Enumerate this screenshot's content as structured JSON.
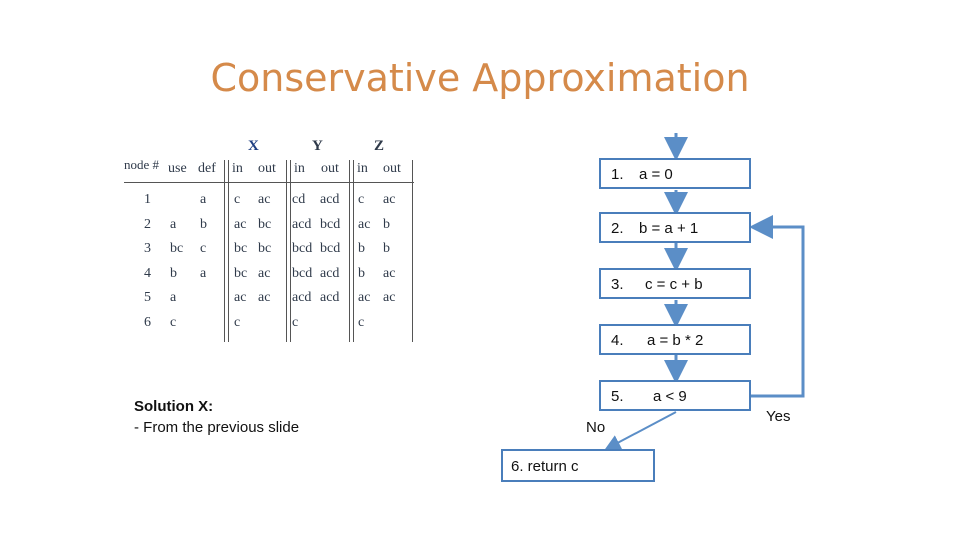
{
  "title": "Conservative Approximation",
  "table": {
    "header_groups": [
      "X",
      "Y",
      "Z"
    ],
    "headers": [
      "node #",
      "use",
      "def",
      "in",
      "out",
      "in",
      "out",
      "in",
      "out"
    ],
    "rows": [
      [
        "1",
        "",
        "a",
        "c",
        "ac",
        "cd",
        "acd",
        "c",
        "ac"
      ],
      [
        "2",
        "a",
        "b",
        "ac",
        "bc",
        "acd",
        "bcd",
        "ac",
        "b"
      ],
      [
        "3",
        "bc",
        "c",
        "bc",
        "bc",
        "bcd",
        "bcd",
        "b",
        "b"
      ],
      [
        "4",
        "b",
        "a",
        "bc",
        "ac",
        "bcd",
        "acd",
        "b",
        "ac"
      ],
      [
        "5",
        "a",
        "",
        "ac",
        "ac",
        "acd",
        "acd",
        "ac",
        "ac"
      ],
      [
        "6",
        "c",
        "",
        "c",
        "",
        "c",
        "",
        "c",
        ""
      ]
    ]
  },
  "note": {
    "line1": "Solution X:",
    "line2": "- From the previous slide"
  },
  "flow": {
    "boxes": [
      {
        "num": "1.",
        "stmt": "a = 0"
      },
      {
        "num": "2.",
        "stmt": "b = a + 1"
      },
      {
        "num": "3.",
        "stmt": "c = c + b"
      },
      {
        "num": "4.",
        "stmt": "a = b * 2"
      },
      {
        "num": "5.",
        "stmt": "a < 9"
      }
    ],
    "no_label": "No",
    "yes_label": "Yes",
    "return_box": "6. return c"
  },
  "colors": {
    "title": "#d58a4a",
    "box_border": "#4a7ebb",
    "arrow": "#5b8ec7"
  }
}
